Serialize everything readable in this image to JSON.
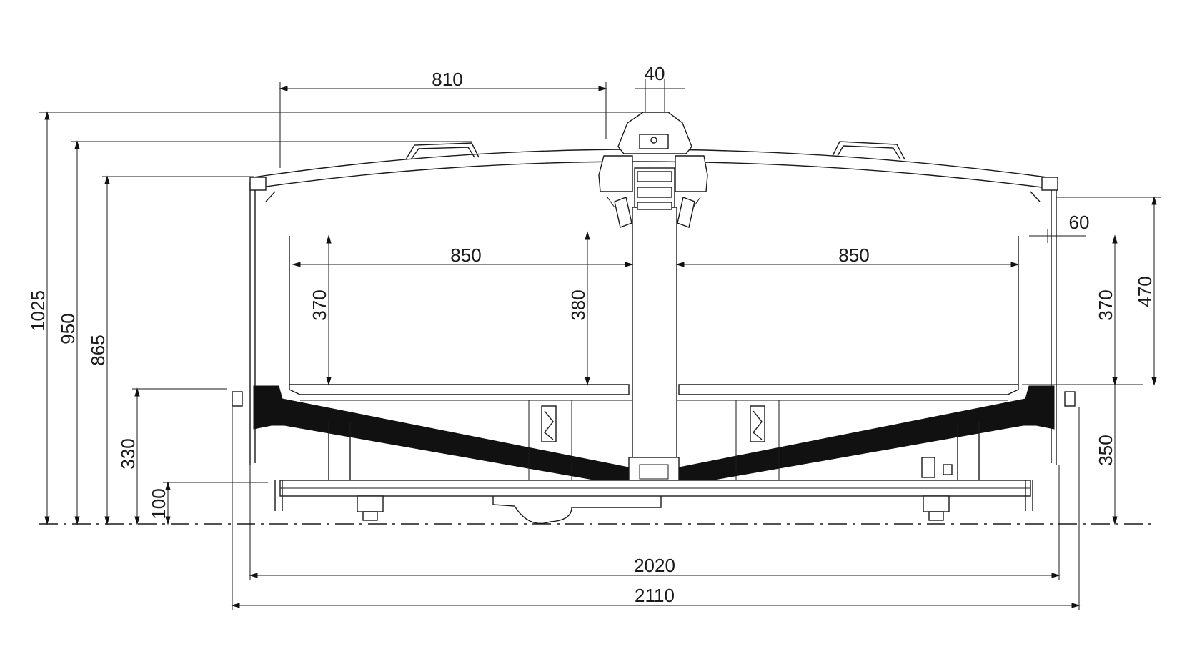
{
  "drawing": {
    "dimensions": {
      "top_width_810": "810",
      "top_width_40": "40",
      "left_850": "850",
      "right_850": "850",
      "side_60": "60",
      "h_1025": "1025",
      "h_950": "950",
      "h_865": "865",
      "h_330": "330",
      "h_100": "100",
      "depth_370_left": "370",
      "depth_380": "380",
      "depth_370_right": "370",
      "depth_470": "470",
      "h_350": "350",
      "w_2020": "2020",
      "w_2110": "2110"
    }
  }
}
